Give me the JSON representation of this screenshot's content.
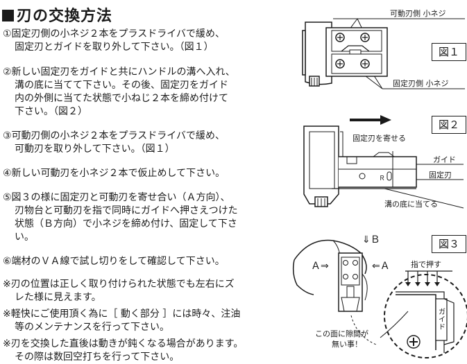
{
  "title": "刃の交換方法",
  "steps": [
    {
      "id": "1",
      "lines": [
        "①固定刃側の小ネジ２本をプラスドライバで緩め、",
        "固定刃とガイドを取り外して下さい。（図１）"
      ]
    },
    {
      "id": "2",
      "lines": [
        "②新しい固定刃をガイドと共にハンドルの溝へ入れ、",
        "溝の底に当てて下さい。その後、固定刃をガイド",
        "内の外側に当てた状態で小ねじ２本を締め付けて",
        "下さい。（図２）"
      ]
    },
    {
      "id": "3",
      "lines": [
        "③可動刃側の小ネジ２本をプラスドライバで緩め、",
        "可動刃を取り外して下さい。（図１）"
      ]
    },
    {
      "id": "4",
      "lines": [
        "④新しい可動刃を小ネジ２本で仮止めして下さい。"
      ]
    },
    {
      "id": "5",
      "lines": [
        "⑤図３の様に固定刃と可動刃を寄せ合い（Ａ方向）、",
        "刃物台と可動刃を指で同時にガイドへ押さえつけた",
        "状態（Ｂ方向）で小ネジを締め付け、固定して下さ",
        "い。"
      ]
    },
    {
      "id": "6",
      "lines": [
        "⑥端材のＶＡ線で試し切りをして確認して下さい。"
      ]
    }
  ],
  "notes": [
    {
      "id": "n1",
      "lines": [
        "※刃の位置は正しく取り付けられた状態でも左右にズ",
        "レた様に見えます。"
      ]
    },
    {
      "id": "n2",
      "lines": [
        "※軽快にご使用頂く為に［ 動く部分 ］には時々、注油",
        "等のメンテナンスを行って下さい。"
      ]
    },
    {
      "id": "n3",
      "lines": [
        "※刃を交換した直後は動きが鈍くなる場合があります。",
        "その際は数回空打ちを行って下さい。"
      ]
    }
  ],
  "fig1": {
    "label": "図１",
    "top_label": "可動刃側 小ネジ",
    "bottom_label": "固定刃側 小ネジ"
  },
  "fig2": {
    "label": "図２",
    "arrow_label": "固定刃を寄せる",
    "guide_label": "ガイド",
    "blade_label": "固定刃",
    "groove_label": "溝の底に当てる",
    "blade_mark": "Ｒ"
  },
  "fig3": {
    "label": "図３",
    "b_label": "⇓Ｂ",
    "a_left": "Ａ⇒",
    "a_right": "⇐Ａ",
    "press_label": "指で押す",
    "guide_label": "ガイド",
    "gap_label1": "この面に隙間が",
    "gap_label2": "無い事！"
  }
}
